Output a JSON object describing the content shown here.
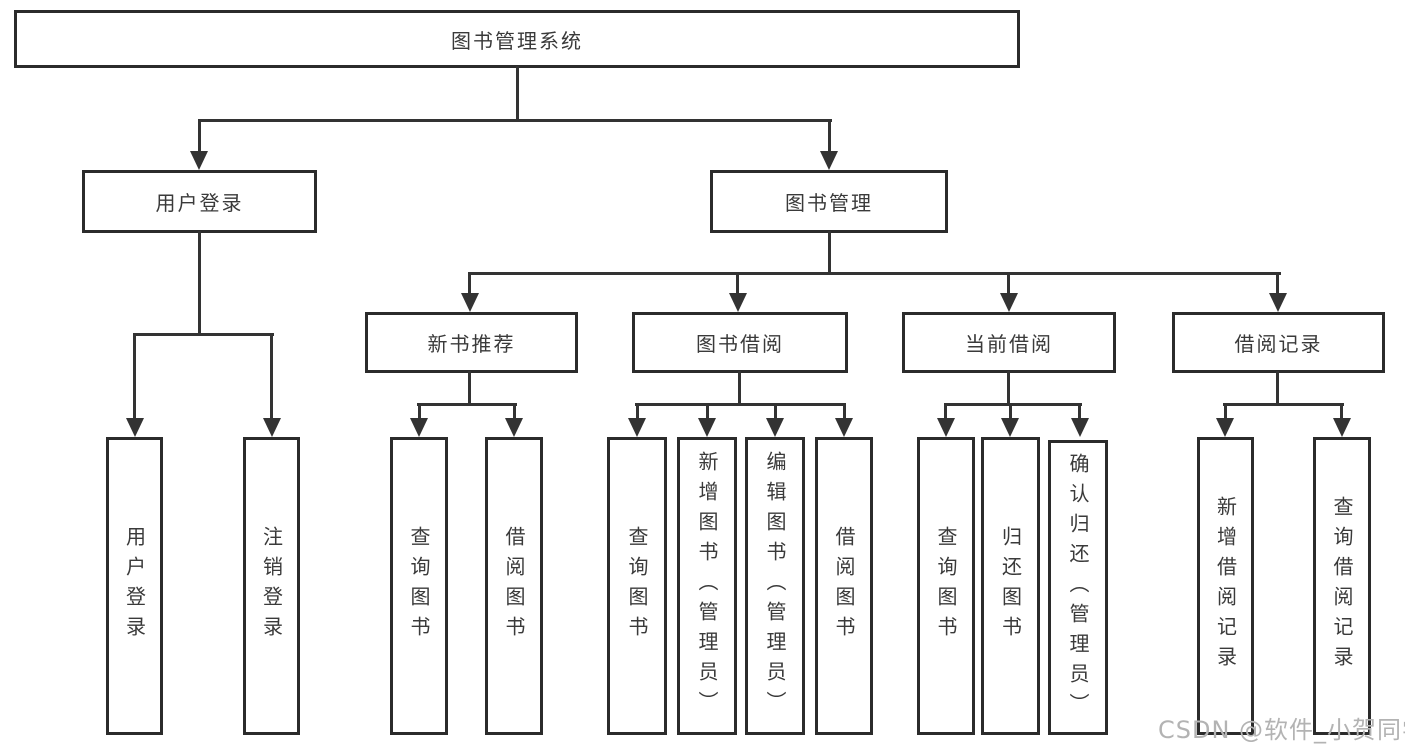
{
  "diagram_type": "tree",
  "colors": {
    "background": "#ffffff",
    "line": "#333333",
    "box_border": "#2b2b2b",
    "text": "#3a3a3a",
    "watermark": "#b3b3b3"
  },
  "nodes": {
    "root": "图书管理系统",
    "level2": [
      "用户登录",
      "图书管理"
    ],
    "level3": [
      "新书推荐",
      "图书借阅",
      "当前借阅",
      "借阅记录"
    ],
    "user_login_children": [
      "用户登录",
      "注销登录"
    ],
    "new_book_children": [
      "查询图书",
      "借阅图书"
    ],
    "book_borrow_children": [
      "查询图书",
      "新增图书（管理员）",
      "编辑图书（管理员）",
      "借阅图书"
    ],
    "current_borrow_children": [
      "查询图书",
      "归还图书",
      "确认归还（管理员）"
    ],
    "borrow_record_children": [
      "新增借阅记录",
      "查询借阅记录"
    ]
  },
  "watermark": {
    "text": "CSDN @软件_小贺同学"
  }
}
